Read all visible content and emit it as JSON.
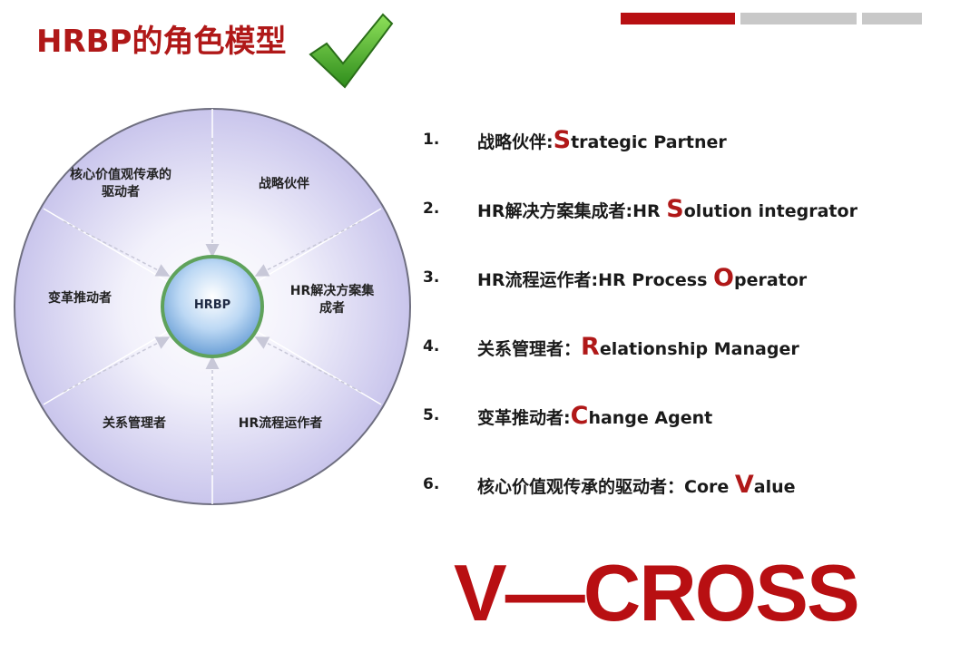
{
  "title": "HRBP的角色模型",
  "icons": {
    "check": "checkmark-icon"
  },
  "colors": {
    "accent": "#b80f12",
    "inactive_bar": "#c8c8c8",
    "wheel_fill": "#d9d6f2",
    "center_ring": "#5fa25b"
  },
  "progress": {
    "segments": 3,
    "active_index": 0
  },
  "wheel": {
    "center": "HRBP",
    "segments": [
      {
        "line1": "核心价值观传承的",
        "line2": "驱动者"
      },
      {
        "line1": "战略伙伴",
        "line2": ""
      },
      {
        "line1": "HR解决方案集",
        "line2": "成者"
      },
      {
        "line1": "HR流程运作者",
        "line2": ""
      },
      {
        "line1": "关系管理者",
        "line2": ""
      },
      {
        "line1": "变革推动者",
        "line2": ""
      }
    ]
  },
  "roles": [
    {
      "num": "1.",
      "cn": "战略伙伴:",
      "pre": "",
      "initial": "S",
      "rest": "trategic Partner"
    },
    {
      "num": "2.",
      "cn": "HR解决方案集成者:",
      "pre": "HR ",
      "initial": "S",
      "rest": "olution integrator"
    },
    {
      "num": "3.",
      "cn": "HR流程运作者:",
      "pre": "HR Process ",
      "initial": "O",
      "rest": "perator"
    },
    {
      "num": "4.",
      "cn": "关系管理者：",
      "pre": "",
      "initial": "R",
      "rest": "elationship Manager"
    },
    {
      "num": "5.",
      "cn": "变革推动者:",
      "pre": "",
      "initial": "C",
      "rest": "hange Agent"
    },
    {
      "num": "6.",
      "cn": "核心价值观传承的驱动者：",
      "pre": "Core ",
      "initial": "V",
      "rest": "alue"
    }
  ],
  "footer": "V—CROSS"
}
